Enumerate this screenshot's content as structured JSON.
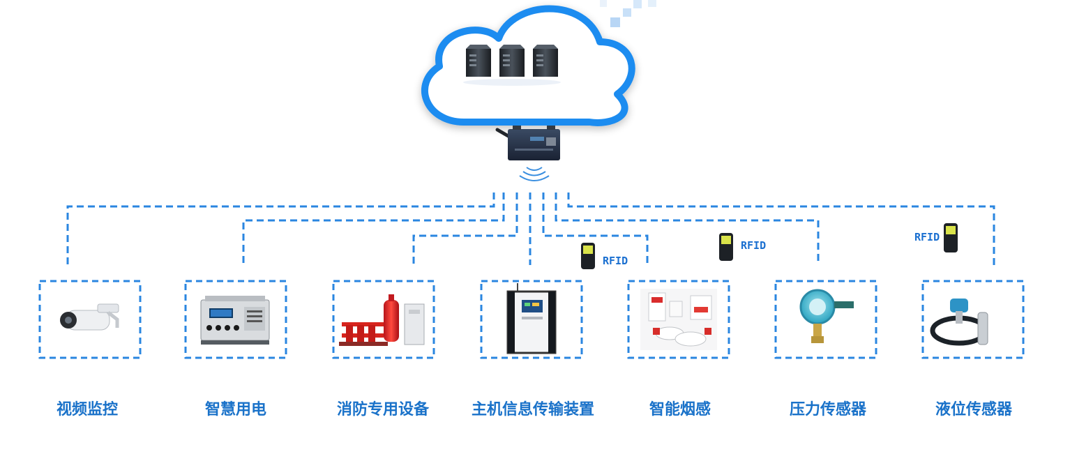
{
  "devices": [
    {
      "label": "视频监控",
      "icon": "camera-icon"
    },
    {
      "label": "智慧用电",
      "icon": "power-meter-icon"
    },
    {
      "label": "消防专用设备",
      "icon": "fire-pump-icon"
    },
    {
      "label": "主机信息传输装置",
      "icon": "transmission-host-icon"
    },
    {
      "label": "智能烟感",
      "icon": "smoke-detector-icon"
    },
    {
      "label": "压力传感器",
      "icon": "pressure-sensor-icon"
    },
    {
      "label": "液位传感器",
      "icon": "level-sensor-icon"
    }
  ],
  "rfid_labels": [
    "RFID",
    "RFID",
    "RFID"
  ],
  "hub": {
    "cloud_icon": "cloud-icon",
    "server_icon": "server-icon",
    "gateway_icon": "gateway-icon",
    "signal_icon": "wifi-signal-icon"
  },
  "colors": {
    "accent": "#2a86e0",
    "label": "#1a72c9",
    "cloud_border": "#1e8cf0"
  }
}
